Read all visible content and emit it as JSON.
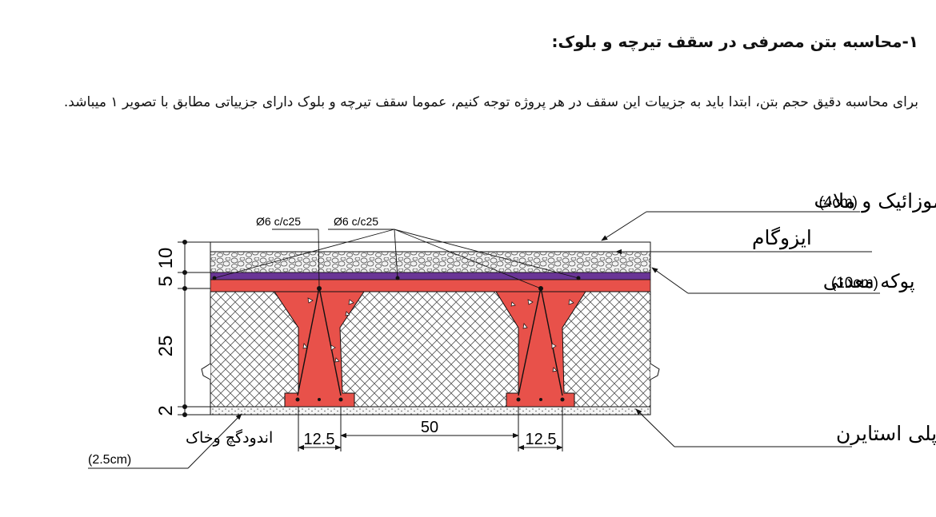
{
  "heading": "۱-محاسبه بتن مصرفی در سقف تیرچه و بلوک:",
  "paragraph": "برای محاسبه دقیق حجم بتن، ابتدا باید به جزییات این سقف در هر پروژه توجه کنیم، عموما سقف تیرچه و بلوک دارای جزییاتی مطابق با تصویر ۱ میباشد.",
  "diagram": {
    "labels": {
      "mosaic": "موزائیک و ملات",
      "mosaic_size": "(4cm)",
      "isogam": "ایزوگام",
      "pumice": "پوکه معدنی",
      "pumice_size": "(10cm)",
      "polystyrene": "پلی استایرن",
      "plaster": "اندودگچ وخاک",
      "plaster_size": "(2.5cm)",
      "rebar_left": "Ø6 c/c25",
      "rebar_right": "Ø6 c/c25"
    },
    "dimensions": {
      "vertical": [
        "10",
        "5",
        "25",
        "2"
      ],
      "rib_left": "12.5",
      "spacing": "50",
      "rib_right": "12.5"
    },
    "colors": {
      "concrete": "#e8514a",
      "isogam": "#6a3596",
      "block_hatch": "#555555",
      "outline": "#111111"
    }
  }
}
